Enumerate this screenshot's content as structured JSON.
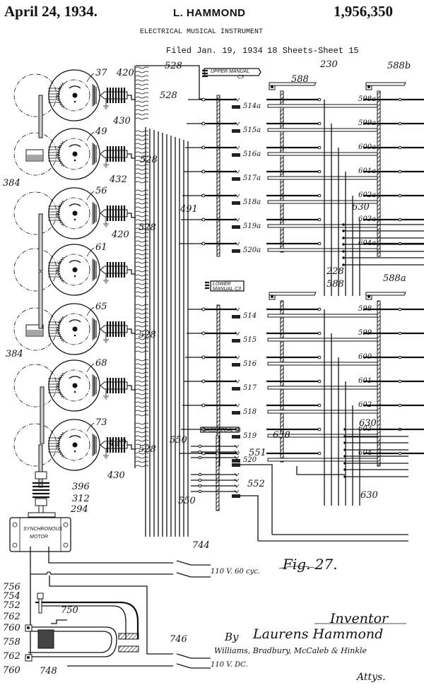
{
  "header": {
    "date": "April 24, 1934.",
    "inventor": "L. HAMMOND",
    "patent_number": "1,956,350",
    "title": "ELECTRICAL MUSICAL INSTRUMENT",
    "filed": "Filed Jan. 19, 1934",
    "sheets": "18 Sheets-Sheet 15"
  },
  "figure": {
    "label": "Fig. 27.",
    "tone_wheels": [
      {
        "ref": "37"
      },
      {
        "ref": "49"
      },
      {
        "ref": "56"
      },
      {
        "ref": "61"
      },
      {
        "ref": "65"
      },
      {
        "ref": "68"
      },
      {
        "ref": "73"
      }
    ],
    "reference_labels": {
      "r528": "528",
      "r420": "420",
      "r430": "430",
      "r432": "432",
      "r384": "384",
      "r396": "396",
      "r312": "312",
      "r294": "294",
      "r491": "491",
      "r230": "230",
      "r228": "228",
      "r588": "588",
      "r588a": "588a",
      "r588b": "588b",
      "r630": "630",
      "r638": "638",
      "r550": "550",
      "r551": "551",
      "r552": "552",
      "r744": "744",
      "r746": "746",
      "r748": "748",
      "r750": "750",
      "r752": "752",
      "r754": "754",
      "r756": "756",
      "r758": "758",
      "r760": "760",
      "r762": "762"
    },
    "upper_manual": {
      "label_line1": "UPPER MANUAL",
      "label_line2": "C3",
      "keys": [
        "514a",
        "515a",
        "516a",
        "517a",
        "518a",
        "519a",
        "520a"
      ],
      "bars": [
        "598a",
        "599a",
        "600a",
        "601a",
        "602a",
        "603a",
        "604a"
      ]
    },
    "lower_manual": {
      "label_line1": "LOWER",
      "label_line2": "MANUAL C3",
      "keys": [
        "514",
        "515",
        "516",
        "517",
        "518",
        "519",
        "520"
      ],
      "bars": [
        "598",
        "599",
        "600",
        "601",
        "602",
        "603",
        "604"
      ]
    },
    "bass_pedal": {
      "label": "BASS PEDAL C1"
    },
    "motor": {
      "line1": "SYNCHRONOUS",
      "line2": "MOTOR"
    },
    "power": {
      "ac": "110 V. 60 cyc.",
      "dc": "110 V. DC."
    }
  },
  "signature": {
    "inventor_heading": "Inventor",
    "by": "By",
    "inventor_name": "Laurens Hammond",
    "attorneys": "Williams, Bradbury, McCaleb & Hinkle",
    "attys": "Attys."
  }
}
